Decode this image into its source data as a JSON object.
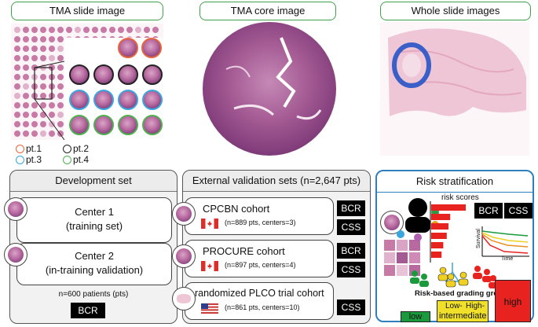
{
  "top_labels": {
    "tma_slide": "TMA slide image",
    "tma_core": "TMA core image",
    "whole_slide": "Whole slide images"
  },
  "legend": [
    {
      "label": "pt.1",
      "color": "#e8643c"
    },
    {
      "label": "pt.2",
      "color": "#222222"
    },
    {
      "label": "pt.3",
      "color": "#39a6e0"
    },
    {
      "label": "pt.4",
      "color": "#4fb04f"
    }
  ],
  "development": {
    "title": "Development set",
    "center1_line1": "Center 1",
    "center1_line2": "(training set)",
    "center2_line1": "Center 2",
    "center2_line2": "(in-training validation)",
    "patients": "n=600 patients (pts)",
    "tag": "BCR"
  },
  "validation": {
    "title": "External validation sets (n=2,647 pts)",
    "cohorts": [
      {
        "name": "CPCBN cohort",
        "detail": "(n=889 pts, centers=3)",
        "tags": [
          "BCR",
          "CSS"
        ],
        "flag": "canada"
      },
      {
        "name": "PROCURE cohort",
        "detail": "(n=897 pts, centers=4)",
        "tags": [
          "BCR",
          "CSS"
        ],
        "flag": "canada"
      },
      {
        "name": "randomized PLCO trial cohort",
        "detail": "(n=861 pts, centers=10)",
        "tags": [
          "CSS"
        ],
        "flag": "usa"
      }
    ]
  },
  "risk": {
    "title": "Risk stratification",
    "risk_scores": "risk scores",
    "tags": [
      "BCR",
      "CSS"
    ],
    "survival": "Survival",
    "time": "Time",
    "grading_groups": "Risk-based grading groups",
    "groups": [
      {
        "label": "low",
        "color": "#1a9a3c",
        "height_fraction": 0.3
      },
      {
        "label": "Low-\nintermediate",
        "color": "#f0e02a",
        "height_fraction": 0.55
      },
      {
        "label": "High-\nintermediate",
        "color": "#f0e02a",
        "height_fraction": 0.55
      },
      {
        "label": "high",
        "color": "#e8231f",
        "height_fraction": 1.0
      }
    ],
    "colors": {
      "accent_border": "#2f7fbf",
      "bar": "#e8231f"
    }
  }
}
